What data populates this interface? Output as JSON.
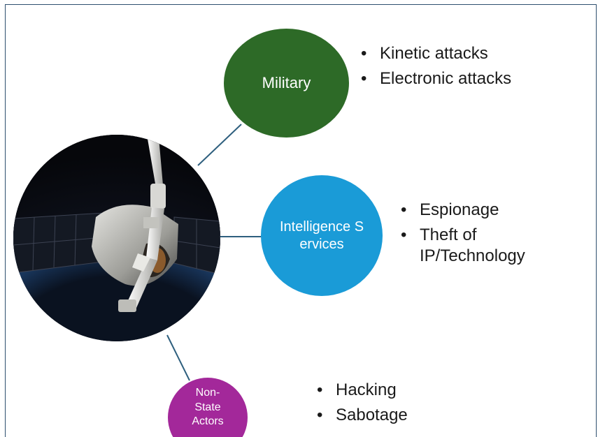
{
  "nodes": {
    "military": {
      "label": "Military",
      "color": "#2d6a27",
      "bullets": [
        "Kinetic attacks",
        "Electronic attacks"
      ]
    },
    "intelligence": {
      "label": "Intelligence Services",
      "color": "#1a9bd7",
      "bullets": [
        "Espionage",
        "Theft of IP/Technology"
      ]
    },
    "non_state": {
      "label": "Non-State Actors",
      "color": "#a3289a",
      "bullets": [
        "Hacking",
        "Sabotage"
      ]
    }
  },
  "center_image": "spacecraft-berthed-by-robotic-arm-over-earth",
  "connector_color": "#2e5f7e",
  "frame_color": "#2e4f6e"
}
